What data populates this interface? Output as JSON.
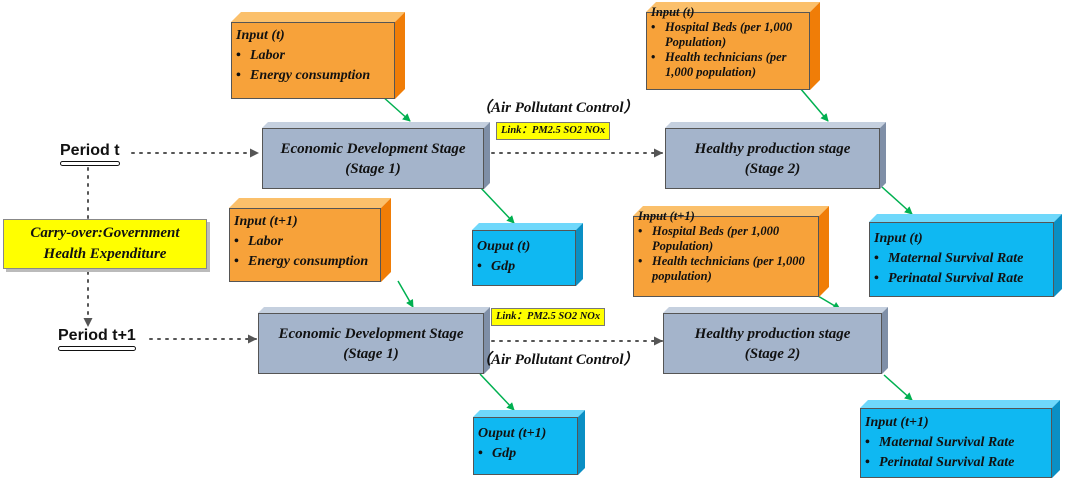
{
  "periods": {
    "t": "Period t",
    "t1": "Period t+1"
  },
  "carry_over": {
    "line1": "Carry-over:Government",
    "line2": "Health Expenditure"
  },
  "stage1": {
    "name": "Economic Development Stage",
    "label": "(Stage 1)"
  },
  "stage2": {
    "name": "Healthy production stage",
    "label": "(Stage 2)"
  },
  "link_label": "Link：PM2.5  SO2  NOx",
  "air_pollutant_control": "（Air Pollutant Control）",
  "input_stage1_t": {
    "title": "Input (t)",
    "items": [
      "Labor",
      "Energy consumption"
    ]
  },
  "input_stage1_t1": {
    "title": "Input (t+1)",
    "items": [
      "Labor",
      "Energy consumption"
    ]
  },
  "input_stage2_t": {
    "title": "Input (t)",
    "items": [
      "Hospital Beds (per 1,000  Population)",
      "Health technicians (per 1,000       population)"
    ]
  },
  "input_stage2_t1": {
    "title": "Input (t+1)",
    "items": [
      "Hospital Beds (per 1,000 Population)",
      "Health technicians (per 1,000       population)"
    ]
  },
  "output_stage1_t": {
    "title": "Ouput (t)",
    "items": [
      "Gdp"
    ]
  },
  "output_stage1_t1": {
    "title": "Ouput (t+1)",
    "items": [
      "Gdp"
    ]
  },
  "output_stage2_t": {
    "title": "Input (t)",
    "items": [
      "Maternal Survival Rate",
      "Perinatal Survival Rate"
    ]
  },
  "output_stage2_t1": {
    "title": "Input (t+1)",
    "items": [
      "Maternal Survival Rate",
      "Perinatal Survival Rate"
    ]
  },
  "colors": {
    "input_box": "#f7a23a",
    "output_box": "#0fb8f2",
    "stage_box": "#a4b4cb",
    "label_highlight": "#ffff00",
    "arrow_green": "#00b050",
    "dotted_arrow": "#555555"
  }
}
